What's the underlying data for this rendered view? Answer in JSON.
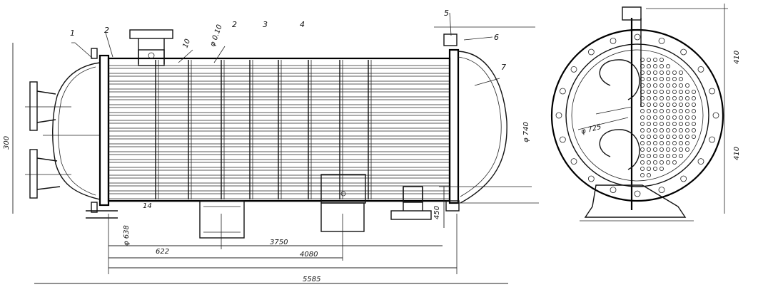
{
  "callouts": [
    "1",
    "2",
    "2",
    "3",
    "4",
    "5",
    "6",
    "7"
  ],
  "dimensions": {
    "pitch_small": "10",
    "tube_dia": "φ 0.10",
    "shell_dia": "φ 740",
    "inner_dia": "φ 725",
    "nozzle_dia": "φ 638",
    "flange_label": "14",
    "nozzle_height": "450",
    "left_pitch": "300",
    "left_span": "622",
    "mid_span": "3750",
    "tube_length": "4080",
    "overall_length": "5585",
    "right_top": "410",
    "right_mid": "410"
  }
}
